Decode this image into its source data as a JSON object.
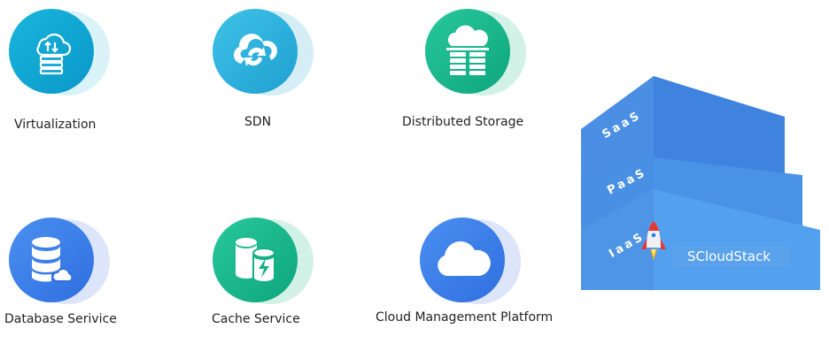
{
  "features": [
    {
      "label": "Virtualization",
      "icon": "server-cloud-upload-icon"
    },
    {
      "label": "SDN",
      "icon": "cloud-sync-icon"
    },
    {
      "label": "Distributed Storage",
      "icon": "cloud-storage-rack-icon"
    },
    {
      "label": "Database Serivice",
      "icon": "database-cloud-icon"
    },
    {
      "label": "Cache Service",
      "icon": "cache-cylinders-bolt-icon"
    },
    {
      "label": "Cloud Management Platform",
      "icon": "cloud-icon"
    }
  ],
  "stack": {
    "layers": [
      "SaaS",
      "PaaS",
      "IaaS"
    ],
    "product": "SCloudStack",
    "icon": "rocket-icon"
  },
  "colors": {
    "teal": "#12a7c9",
    "cyan": "#2bb8d8",
    "green": "#19b58a",
    "blue": "#3b86e6",
    "stack": "#4a90e2"
  }
}
